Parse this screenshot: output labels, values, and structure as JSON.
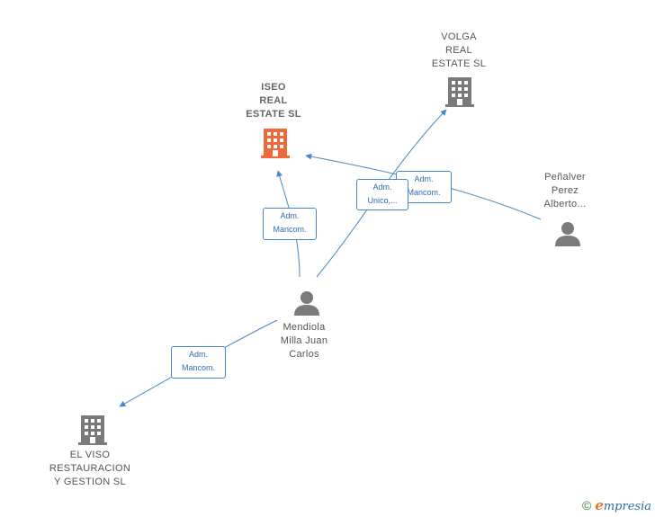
{
  "nodes": {
    "iseo": {
      "label": "ISEO\nREAL\nESTATE  SL"
    },
    "volga": {
      "label": "VOLGA\nREAL\nESTATE  SL"
    },
    "penalver": {
      "label": "Peñalver\nPerez\nAlberto..."
    },
    "mendiola": {
      "label": "Mendiola\nMilla Juan\nCarlos"
    },
    "elviso": {
      "label": "EL VISO\nRESTAURACION\nY GESTION  SL"
    }
  },
  "edges": {
    "mendiola_iseo": "Adm.\nMancom.",
    "mendiola_volga": "Adm.\nUnico,...",
    "penalver_iseo": "Adm.\nMancom.",
    "mendiola_elviso": "Adm.\nMancom."
  },
  "footer": {
    "copyright": "©",
    "brand_initial": "e",
    "brand_rest": "mpresia"
  },
  "colors": {
    "highlight_company": "#ee6a3a",
    "company": "#7a7a7a",
    "person": "#7a7a7a",
    "edge": "#4a86c8"
  }
}
